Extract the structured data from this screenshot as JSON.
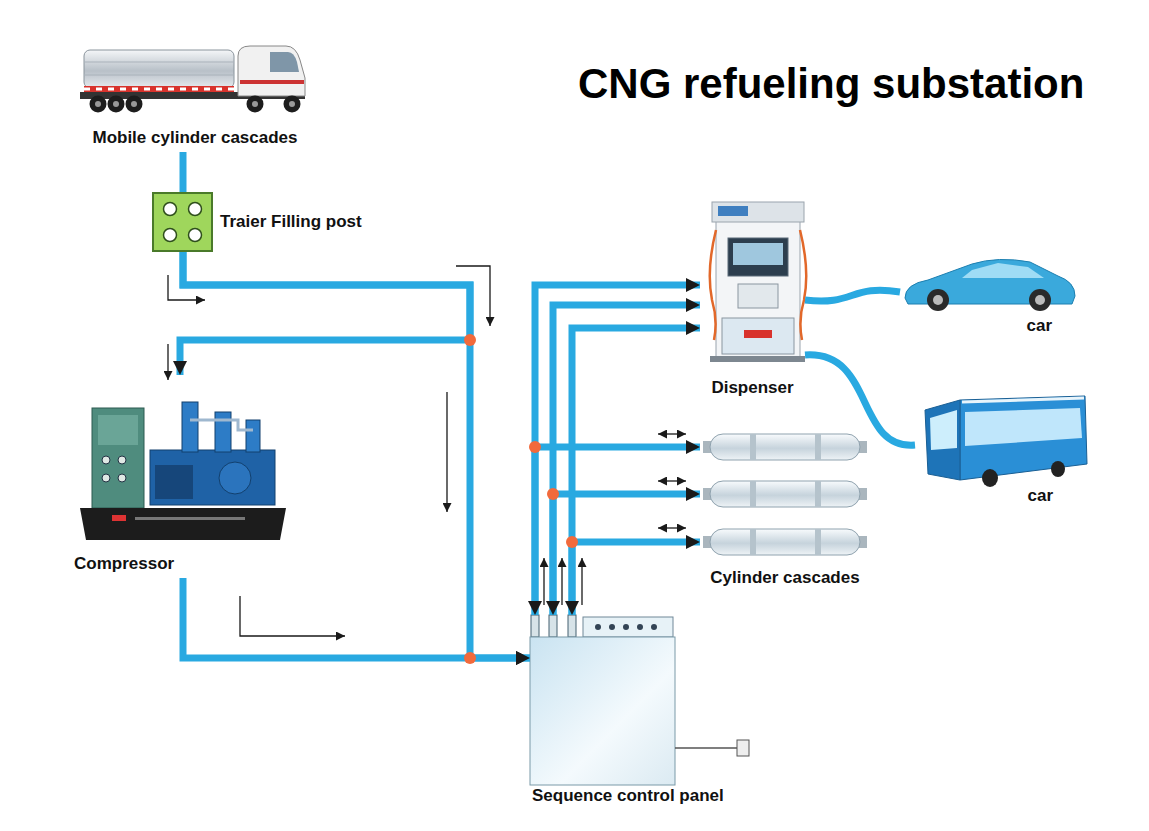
{
  "diagram": {
    "title": "CNG refueling substation",
    "nodes": [
      {
        "text": [
          "Mobile cylinder cascades"
        ]
      },
      {
        "text": [
          "Traier Filling post"
        ]
      },
      {
        "text": [
          "Dispenser"
        ]
      },
      {
        "text": [
          "car"
        ]
      },
      {
        "text": [
          "Compressor"
        ]
      },
      {
        "text": [
          "car"
        ]
      },
      {
        "text": [
          "Cylinder cascades"
        ]
      },
      {
        "text": [
          "Sequence control panel"
        ]
      }
    ],
    "edges": [
      {
        "from": 0,
        "to": 1,
        "arrow": "none"
      },
      {
        "from": 1,
        "to": 7,
        "arrow": "to"
      },
      {
        "from": 1,
        "to": 4,
        "arrow": "to"
      },
      {
        "from": 4,
        "to": 7,
        "arrow": "to"
      },
      {
        "from": 7,
        "to": 2,
        "arrow": "to"
      },
      {
        "from": 7,
        "to": 6,
        "arrow": "both"
      },
      {
        "from": 2,
        "to": 3,
        "arrow": "none"
      },
      {
        "from": 2,
        "to": 5,
        "arrow": "none"
      }
    ]
  }
}
